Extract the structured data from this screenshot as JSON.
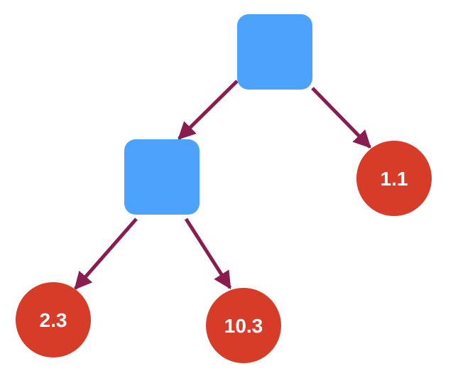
{
  "colors": {
    "decision_node": "#4da3fc",
    "leaf_node": "#d63c27",
    "edge": "#8a1d4f",
    "leaf_text": "#ffffff"
  },
  "tree": {
    "root": {
      "type": "decision",
      "children": {
        "left": {
          "type": "decision",
          "children": {
            "left": {
              "type": "leaf",
              "value": "2.3"
            },
            "right": {
              "type": "leaf",
              "value": "10.3"
            }
          }
        },
        "right": {
          "type": "leaf",
          "value": "1.1"
        }
      }
    }
  }
}
